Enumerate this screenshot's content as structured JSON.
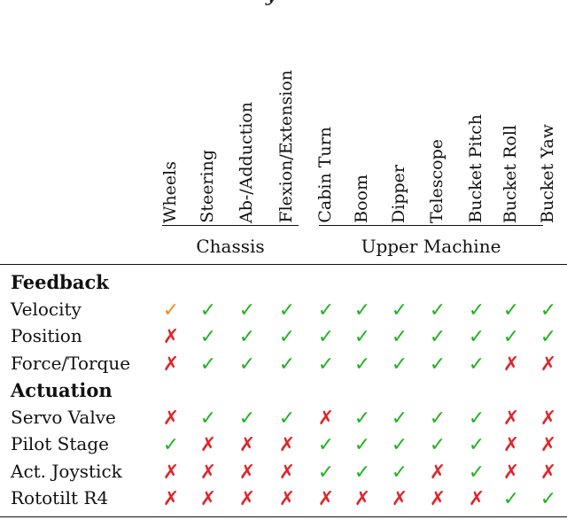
{
  "header_fragment": "y",
  "columns": [
    "Wheels",
    "Steering",
    "Ab-/Adduction",
    "Flexion/Extension",
    "Cabin Turn",
    "Boom",
    "Dipper",
    "Telescope",
    "Bucket Pitch",
    "Bucket Roll",
    "Bucket Yaw"
  ],
  "groups": [
    {
      "label": "Chassis",
      "columns": [
        0,
        3
      ]
    },
    {
      "label": "Upper Machine",
      "columns": [
        4,
        10
      ]
    }
  ],
  "legend": {
    "yes": "✓",
    "no": "✗",
    "partial": "✓"
  },
  "colors": {
    "yes": "#22b322",
    "no": "#e0262b",
    "partial": "#f28a2e"
  },
  "sections": [
    {
      "title": "Feedback",
      "rows": [
        {
          "label": "Velocity",
          "cells": [
            "partial",
            "yes",
            "yes",
            "yes",
            "yes",
            "yes",
            "yes",
            "yes",
            "yes",
            "yes",
            "yes"
          ]
        },
        {
          "label": "Position",
          "cells": [
            "no",
            "yes",
            "yes",
            "yes",
            "yes",
            "yes",
            "yes",
            "yes",
            "yes",
            "yes",
            "yes"
          ]
        },
        {
          "label": "Force/Torque",
          "cells": [
            "no",
            "yes",
            "yes",
            "yes",
            "yes",
            "yes",
            "yes",
            "yes",
            "yes",
            "no",
            "no"
          ]
        }
      ]
    },
    {
      "title": "Actuation",
      "rows": [
        {
          "label": "Servo Valve",
          "cells": [
            "no",
            "yes",
            "yes",
            "yes",
            "no",
            "yes",
            "yes",
            "yes",
            "yes",
            "no",
            "no"
          ]
        },
        {
          "label": "Pilot Stage",
          "cells": [
            "yes",
            "no",
            "no",
            "no",
            "yes",
            "yes",
            "yes",
            "yes",
            "yes",
            "no",
            "no"
          ]
        },
        {
          "label": "Act. Joystick",
          "cells": [
            "no",
            "no",
            "no",
            "no",
            "yes",
            "yes",
            "yes",
            "no",
            "yes",
            "no",
            "no"
          ]
        },
        {
          "label": "Rototilt R4",
          "cells": [
            "no",
            "no",
            "no",
            "no",
            "no",
            "no",
            "no",
            "no",
            "no",
            "yes",
            "yes"
          ]
        }
      ]
    }
  ]
}
